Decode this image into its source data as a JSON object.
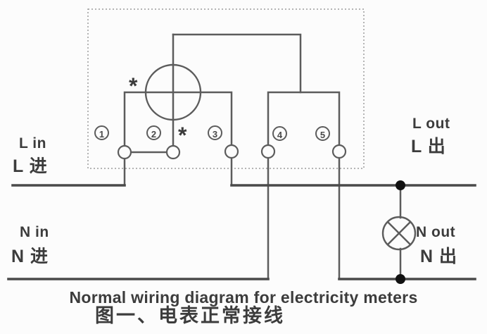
{
  "diagram": {
    "labels": {
      "l_in_en": "L in",
      "l_in_zh": "L 进",
      "n_in_en": "N in",
      "n_in_zh": "N 进",
      "l_out_en": "L out",
      "l_out_zh": "L 出",
      "n_out_en": "N out",
      "n_out_zh": "N 出"
    },
    "terminals": [
      "1",
      "2",
      "3",
      "4",
      "5"
    ],
    "asterisks": [
      "*",
      "*"
    ],
    "caption_en": "Normal wiring diagram for electricity meters",
    "caption_zh": "图一、电表正常接线",
    "colors": {
      "wire": "#5c5c5c",
      "feeder_wire": "#4a4a4a",
      "text": "#3c3c3c",
      "box_border": "#9b9b9b",
      "background": "#fcfcfc"
    }
  }
}
